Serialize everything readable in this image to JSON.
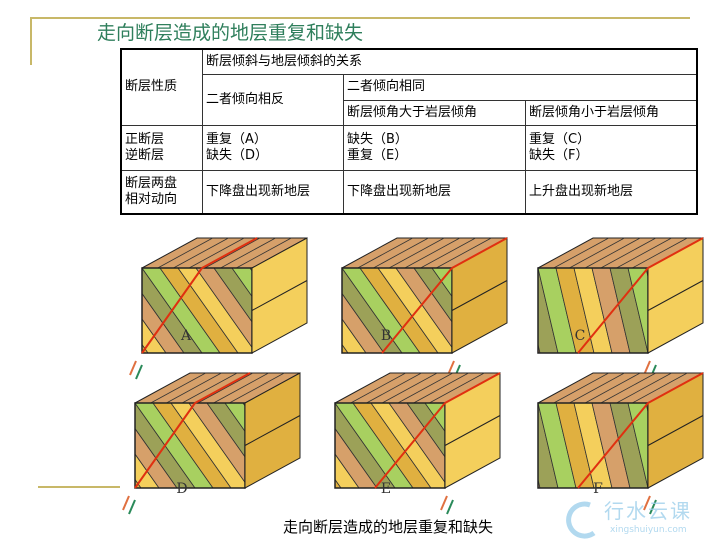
{
  "title": "走向断层造成的地层重复和缺失",
  "table": {
    "h_nature": "断层性质",
    "h_relation": "断层倾斜与地层倾斜的关系",
    "h_opposite": "二者倾向相反",
    "h_same": "二者倾向相同",
    "h_greater": "断层倾角大于岩层倾角",
    "h_smaller": "断层倾角小于岩层倾角",
    "r1_label": [
      "正断层",
      "逆断层"
    ],
    "r1": [
      [
        "重复（A）",
        "缺失（D）"
      ],
      [
        "缺失（B）",
        "重复（E）"
      ],
      [
        "重复（C）",
        "缺失（F）"
      ]
    ],
    "r2_label": [
      "断层两盘",
      "相对动向"
    ],
    "r2": [
      "下降盘出现新地层",
      "下降盘出现新地层",
      "上升盘出现新地层"
    ]
  },
  "diagram_labels": [
    "A",
    "B",
    "C",
    "D",
    "E",
    "F"
  ],
  "caption": "走向断层造成的地层重复和缺失",
  "watermark": {
    "name": "行水云课",
    "url": "xingshuiyun.com"
  },
  "colors": {
    "title": "#2f7f5c",
    "fault": "#e03010",
    "layers": [
      "#f4cf5c",
      "#d6a06a",
      "#9ca158",
      "#a8d060",
      "#e0b040",
      "#8a6a70",
      "#c99a38"
    ]
  }
}
